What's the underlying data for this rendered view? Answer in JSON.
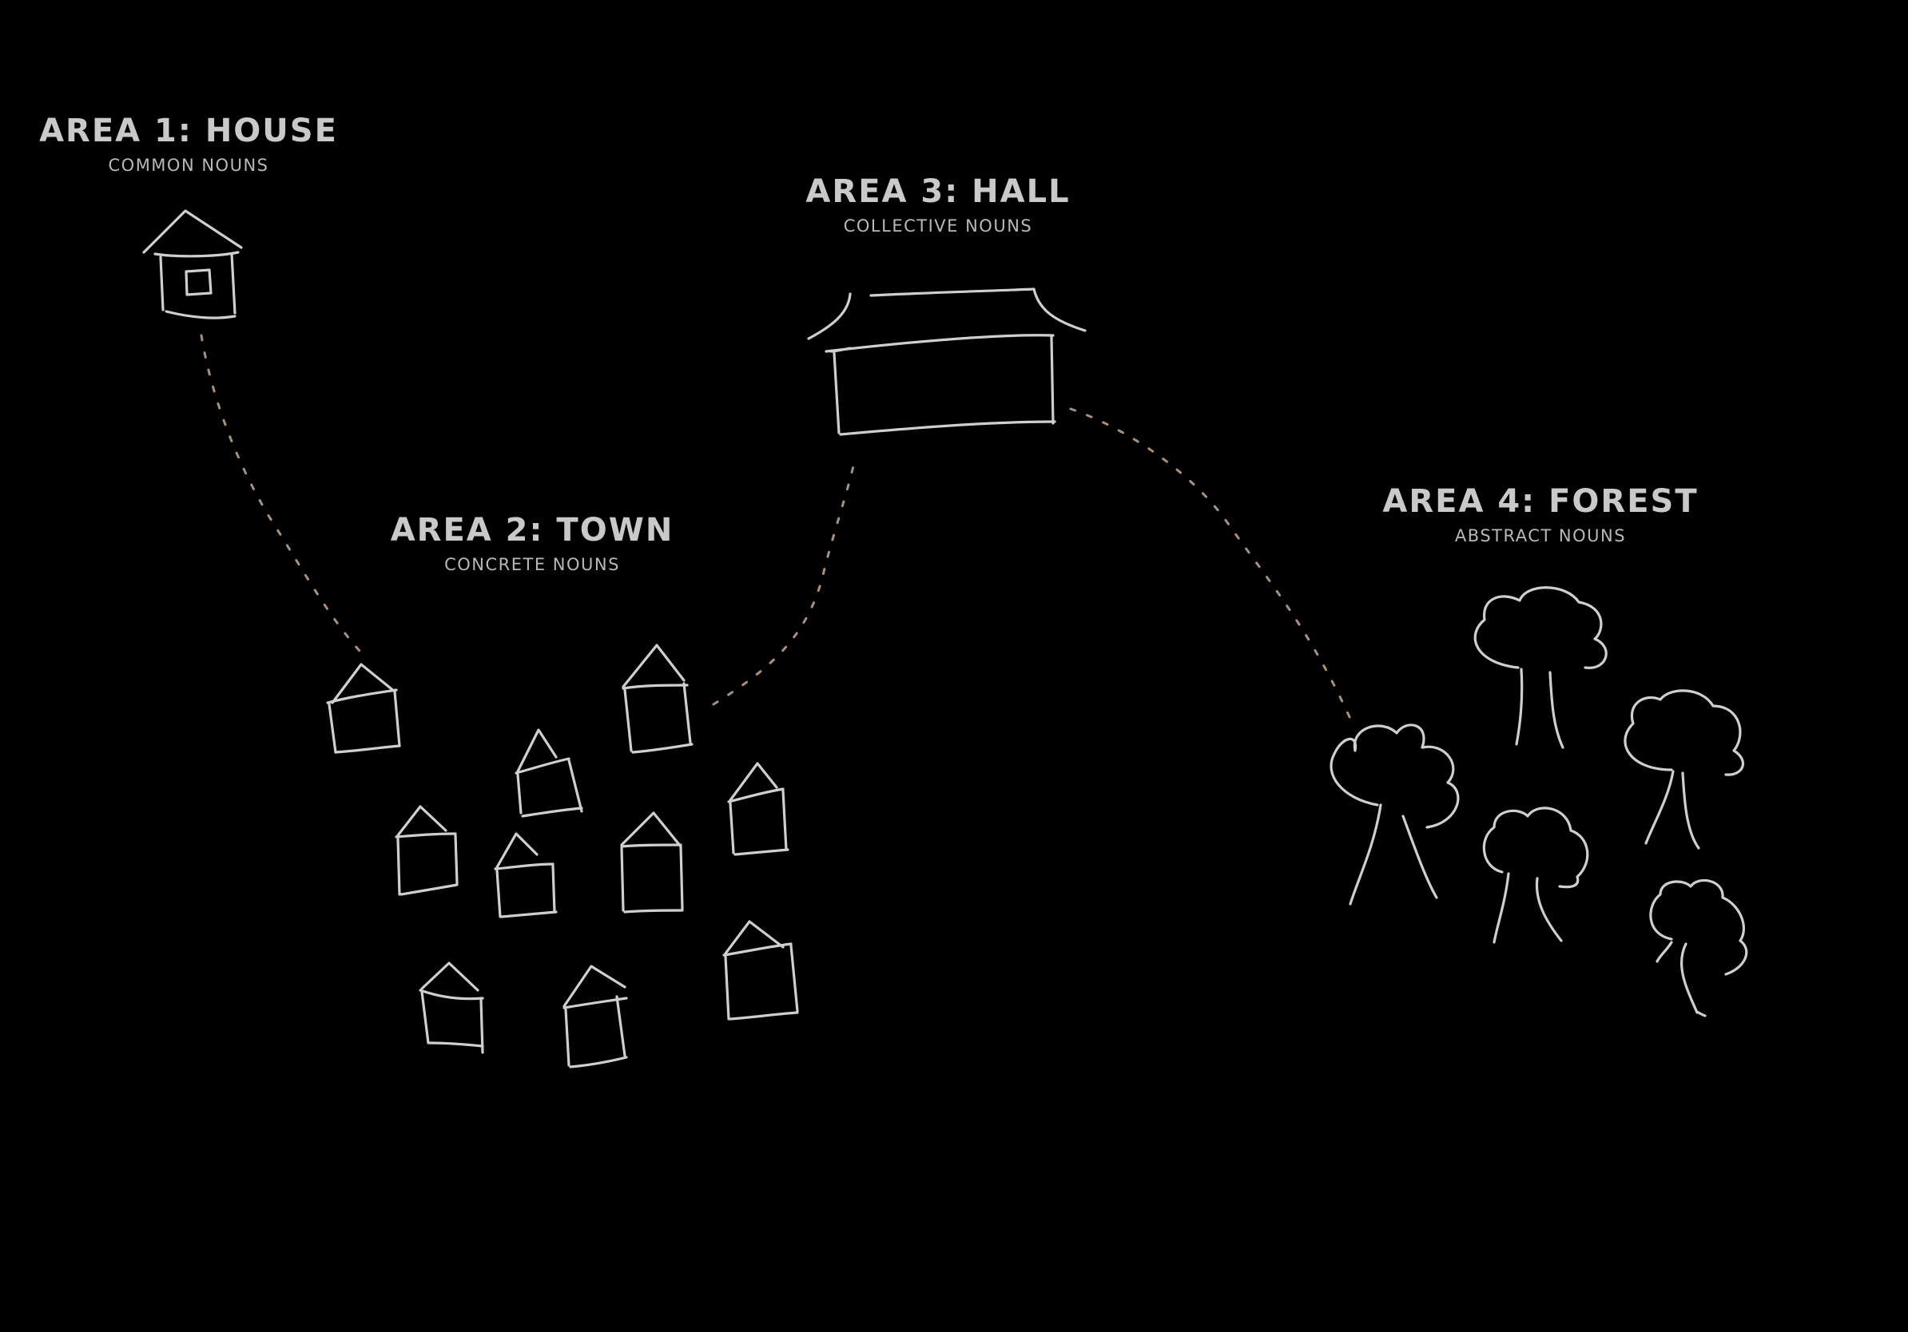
{
  "areas": {
    "house": {
      "title": "Area 1: House",
      "subtitle": "Common Nouns"
    },
    "town": {
      "title": "Area 2: Town",
      "subtitle": "Concrete Nouns"
    },
    "hall": {
      "title": "Area 3: Hall",
      "subtitle": "Collective Nouns"
    },
    "forest": {
      "title": "Area 4: Forest",
      "subtitle": "Abstract Nouns"
    }
  },
  "colors": {
    "background": "#000000",
    "sketch_line": "#cfcfcf",
    "label_text": "#c9c9c9",
    "connector_path": "#a8917b"
  },
  "icons": {
    "house": "house-icon",
    "town_house": "town-house-icon",
    "hall": "hall-icon",
    "tree": "tree-icon"
  }
}
